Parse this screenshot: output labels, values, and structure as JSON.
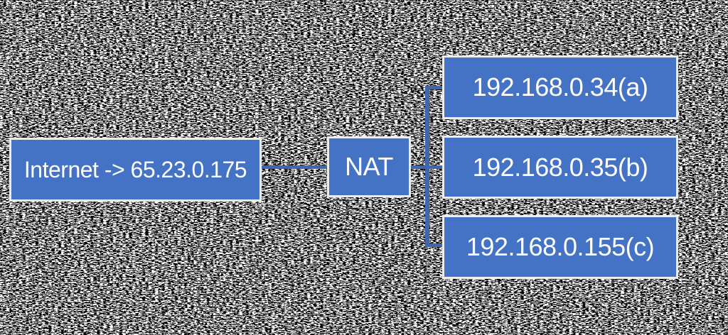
{
  "diagram": {
    "title": "NAT network address translation diagram",
    "colors": {
      "node_fill": "#4472C4",
      "node_border": "#EDEDED",
      "connector": "#3F67B0",
      "text": "#FFFFFF",
      "background_noise_dark": "#000000",
      "background_noise_light": "#FFFFFF"
    },
    "internet_node": {
      "label": "Internet -> 65.23.0.175",
      "public_ip": "65.23.0.175"
    },
    "nat_node": {
      "label": "NAT"
    },
    "lan_nodes": [
      {
        "label": "192.168.0.34(a)",
        "ip": "192.168.0.34",
        "host": "a"
      },
      {
        "label": "192.168.0.35(b)",
        "ip": "192.168.0.35",
        "host": "b"
      },
      {
        "label": "192.168.0.155(c)",
        "ip": "192.168.0.155",
        "host": "c"
      }
    ]
  }
}
